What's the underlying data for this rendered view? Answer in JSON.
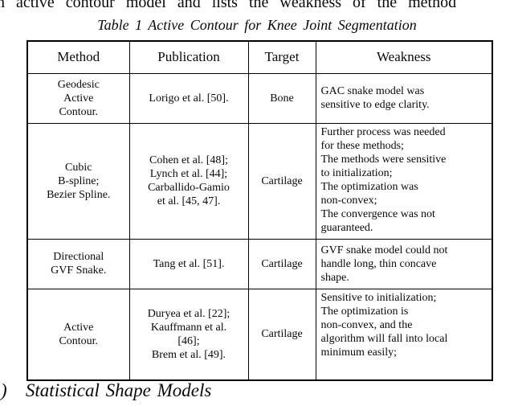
{
  "page": {
    "top_text_fragment": "n active contour model and lists the weakness of the method",
    "bottom_heading": ")   Statistical Shape Models"
  },
  "table": {
    "caption": "Table 1 Active Contour for Knee Joint Segmentation",
    "headers": [
      "Method",
      "Publication",
      "Target",
      "Weakness"
    ],
    "rows": [
      {
        "method": "Geodesic\nActive\nContour.",
        "publication": "Lorigo et al. [50].",
        "target": "Bone",
        "weakness": "GAC snake model was\nsensitive to edge clarity."
      },
      {
        "method": "Cubic\nB-spline;\nBezier Spline.",
        "publication": "Cohen et al. [48];\nLynch et al. [44];\nCarballido-Gamio\net al. [45, 47].",
        "target": "Cartilage",
        "weakness": "Further process was needed\nfor these methods;\nThe methods were sensitive\nto initialization;\nThe optimization was\nnon-convex;\nThe convergence was not\nguaranteed."
      },
      {
        "method": "Directional\nGVF Snake.",
        "publication": "Tang et al. [51].",
        "target": "Cartilage",
        "weakness": "GVF snake model could not\nhandle long, thin concave\nshape."
      },
      {
        "method": "Active\nContour.",
        "publication": "Duryea et al. [22];\nKauffmann et al.\n[46];\nBrem et al. [49].",
        "target": "Cartilage",
        "weakness": "Sensitive to initialization;\nThe optimization is\nnon-convex, and the\nalgorithm will fall into local\nminimum easily;"
      }
    ]
  }
}
